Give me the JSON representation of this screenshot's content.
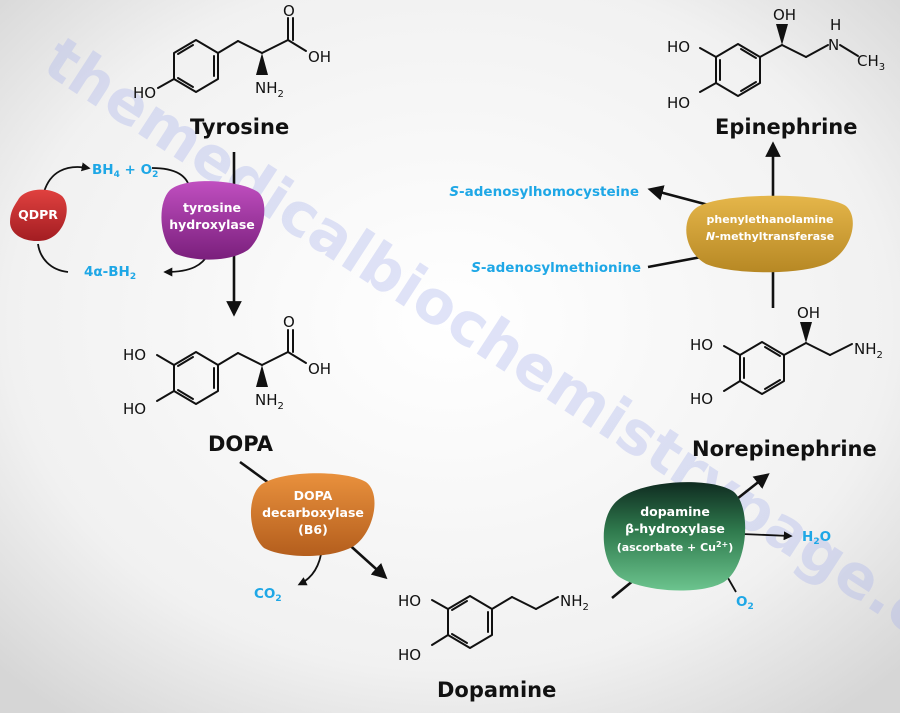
{
  "watermark": "themedicalbiochemistrypage.org",
  "colors": {
    "cofactor": "#1ea7e6",
    "tyrosine_hydroxylase": "#8a2c8c",
    "qdpr": "#c7262b",
    "dopa_decarboxylase": "#cf7a2c",
    "dbh": "#3c9c62",
    "pnmt": "#cf9e2e"
  },
  "molecules": {
    "tyrosine": {
      "name": "Tyrosine",
      "ho": "HO",
      "cooh": "OH",
      "o": "O",
      "nh2": "NH2"
    },
    "dopa": {
      "name": "DOPA",
      "ho1": "HO",
      "ho2": "HO",
      "cooh": "OH",
      "o": "O",
      "nh2": "NH2"
    },
    "dopamine": {
      "name": "Dopamine",
      "ho1": "HO",
      "ho2": "HO",
      "nh2": "NH2"
    },
    "norepinephrine": {
      "name": "Norepinephrine",
      "ho1": "HO",
      "ho2": "HO",
      "oh": "OH",
      "nh2": "NH2"
    },
    "epinephrine": {
      "name": "Epinephrine",
      "ho1": "HO",
      "ho2": "HO",
      "oh": "OH",
      "h": "H",
      "n": "N",
      "ch3": "CH3"
    }
  },
  "enzymes": {
    "tyrosine_hydroxylase": [
      "tyrosine",
      "hydroxylase"
    ],
    "qdpr": "QDPR",
    "dopa_decarboxylase": [
      "DOPA",
      "decarboxylase",
      "(B6)"
    ],
    "dbh": [
      "dopamine",
      "β-hydroxylase",
      "(ascorbate + Cu2+)"
    ],
    "pnmt": [
      "phenylethanolamine",
      "N-methyltransferase"
    ]
  },
  "cofactors": {
    "bh4_o2": "BH4 + O2",
    "bh2": "4α-BH2",
    "co2": "CO2",
    "h2o": "H2O",
    "o2": "O2",
    "sah": "S-adenosylhomocysteine",
    "sam": "S-adenosylmethionine"
  }
}
